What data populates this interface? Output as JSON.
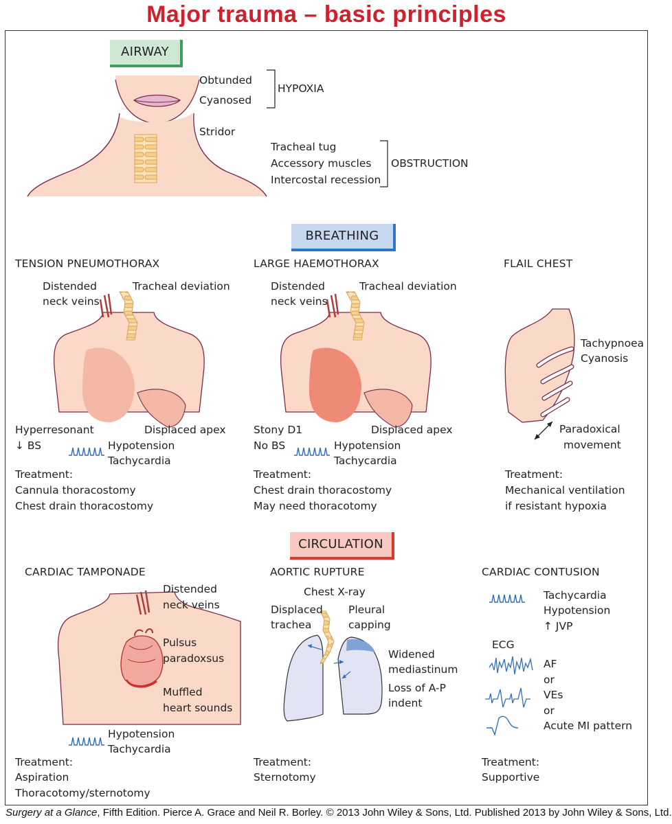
{
  "title": "Major trauma – basic principles",
  "footer": {
    "book": "Surgery at a Glance",
    "rest": ", Fifth Edition. Pierce A. Grace and Neil R. Borley. © 2013 John Wiley & Sons, Ltd. Published 2013 by John Wiley & Sons, Ltd."
  },
  "airway": {
    "badge": "AIRWAY",
    "obtunded": "Obtunded",
    "cyanosed": "Cyanosed",
    "hypoxia": "HYPOXIA",
    "stridor": "Stridor",
    "tracheal_tug": "Tracheal tug",
    "accessory_muscles": "Accessory muscles",
    "intercostal_recession": "Intercostal recession",
    "obstruction": "OBSTRUCTION"
  },
  "breathing": {
    "badge": "BREATHING",
    "tension": {
      "heading": "TENSION PNEUMOTHORAX",
      "distended1": "Distended",
      "distended2": "neck veins",
      "tracheal": "Tracheal deviation",
      "hyper": "Hyperresonant",
      "bs": "↓ BS",
      "apex": "Displaced apex",
      "hypotension": "Hypotension",
      "tachycardia": "Tachycardia",
      "treatment_label": "Treatment:",
      "treat1": "Cannula thoracostomy",
      "treat2": "Chest drain thoracostomy"
    },
    "haemo": {
      "heading": "LARGE HAEMOTHORAX",
      "distended1": "Distended",
      "distended2": "neck veins",
      "tracheal": "Tracheal deviation",
      "stony": "Stony D1",
      "nobs": "No BS",
      "apex": "Displaced apex",
      "hypotension": "Hypotension",
      "tachycardia": "Tachycardia",
      "treatment_label": "Treatment:",
      "treat1": "Chest drain thoracostomy",
      "treat2": "May need thoracotomy"
    },
    "flail": {
      "heading": "FLAIL CHEST",
      "tachypnoea": "Tachypnoea",
      "cyanosis": "Cyanosis",
      "paradoxical1": "Paradoxical",
      "paradoxical2": "movement",
      "treatment_label": "Treatment:",
      "treat1": "Mechanical ventilation",
      "treat2": "if resistant hypoxia"
    }
  },
  "circulation": {
    "badge": "CIRCULATION",
    "tamponade": {
      "heading": "CARDIAC TAMPONADE",
      "distended1": "Distended",
      "distended2": "neck veins",
      "pulsus1": "Pulsus",
      "pulsus2": "paradoxsus",
      "muffled1": "Muffled",
      "muffled2": "heart sounds",
      "hypotension": "Hypotension",
      "tachycardia": "Tachycardia",
      "treatment_label": "Treatment:",
      "treat1": "Aspiration",
      "treat2": "Thoracotomy/sternotomy"
    },
    "aortic": {
      "heading": "AORTIC RUPTURE",
      "xray": "Chest X-ray",
      "displaced1": "Displaced",
      "displaced2": "trachea",
      "pleural1": "Pleural",
      "pleural2": "capping",
      "widened1": "Widened",
      "widened2": "mediastinum",
      "loss1": "Loss of A-P",
      "loss2": "indent",
      "treatment_label": "Treatment:",
      "treat1": "Sternotomy"
    },
    "contusion": {
      "heading": "CARDIAC CONTUSION",
      "tachycardia": "Tachycardia",
      "hypotension": "Hypotension",
      "jvp": "↑ JVP",
      "ecg": "ECG",
      "af": "AF",
      "or1": "or",
      "ves": "VEs",
      "or2": "or",
      "mi": "Acute MI pattern",
      "treatment_label": "Treatment:",
      "treat1": "Supportive"
    }
  },
  "colors": {
    "title": "#d0202c",
    "skin": "#fbd9c8",
    "outline": "#7a2a4a",
    "lung_air": "#f4b8a6",
    "blood": "#ee8a75",
    "trachea": "#f6cf8e",
    "ecg": "#2f6fc0"
  }
}
